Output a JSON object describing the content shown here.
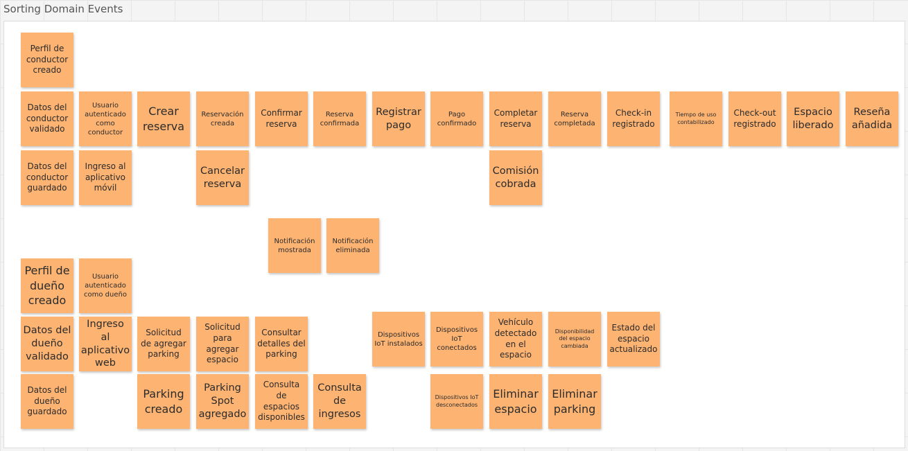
{
  "frame": {
    "title": "Sorting Domain Events"
  },
  "colors": {
    "sticky": "#fdb372",
    "canvas": "#f4f4f4",
    "board": "#ffffff"
  },
  "stickies": {
    "perfil_conductor_creado": "Perfil de conductor creado",
    "datos_conductor_validado": "Datos del conductor validado",
    "usuario_autenticado_conductor": "Usuario autenticado como conductor",
    "crear_reserva": "Crear reserva",
    "reservacion_creada": "Reservación creada",
    "confirmar_reserva": "Confirmar reserva",
    "reserva_confirmada": "Reserva confirmada",
    "registrar_pago": "Registrar pago",
    "pago_confirmado": "Pago confirmado",
    "completar_reserva": "Completar reserva",
    "reserva_completada": "Reserva completada",
    "check_in_registrado": "Check-in registrado",
    "tiempo_uso_contabilizado": "Tiempo de uso contabilizado",
    "check_out_registrado": "Check-out registrado",
    "espacio_liberado": "Espacio liberado",
    "resena_anadida": "Reseña añadida",
    "datos_conductor_guardado": "Datos del conductor guardado",
    "ingreso_app_movil": "Ingreso al aplicativo móvil",
    "cancelar_reserva": "Cancelar reserva",
    "comision_cobrada": "Comisión cobrada",
    "notificacion_mostrada": "Notificación mostrada",
    "notificacion_eliminada": "Notificación eliminada",
    "perfil_dueno_creado": "Perfil de dueño creado",
    "usuario_autenticado_dueno": "Usuario autenticado como dueño",
    "datos_dueno_validado": "Datos del dueño validado",
    "ingreso_app_web": "Ingreso al aplicativo web",
    "solicitud_agregar_parking": "Solicitud de agregar parking",
    "solicitud_agregar_espacio": "Solicitud para agregar espacio",
    "consultar_detalles_parking": "Consultar detalles del parking",
    "dispositivos_iot_instalados": "Dispositivos IoT instalados",
    "dispositivos_iot_conectados": "Dispositivos IoT conectados",
    "vehiculo_detectado": "Vehículo detectado en el espacio",
    "disponibilidad_espacio_cambiada": "Disponibilidad del espacio cambiada",
    "estado_espacio_actualizado": "Estado del espacio actualizado",
    "datos_dueno_guardado": "Datos del dueño guardado",
    "parking_creado": "Parking creado",
    "parking_spot_agregado": "Parking Spot agregado",
    "consulta_espacios_disponibles": "Consulta de espacios disponibles",
    "consulta_ingresos": "Consulta de ingresos",
    "dispositivos_iot_desconectados": "Dispositivos IoT desconectados",
    "eliminar_espacio": "Eliminar espacio",
    "eliminar_parking": "Eliminar parking"
  }
}
